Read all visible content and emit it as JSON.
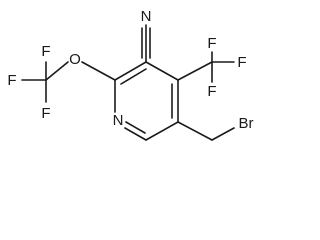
{
  "molecule": {
    "atoms": {
      "nitrile_n": "N",
      "ring_n": "N",
      "ether_o": "O",
      "bromine": "Br",
      "f_ocf3_top": "F",
      "f_ocf3_left": "F",
      "f_ocf3_bottom": "F",
      "f_cf3_top": "F",
      "f_cf3_right": "F",
      "f_cf3_bottom": "F"
    }
  }
}
